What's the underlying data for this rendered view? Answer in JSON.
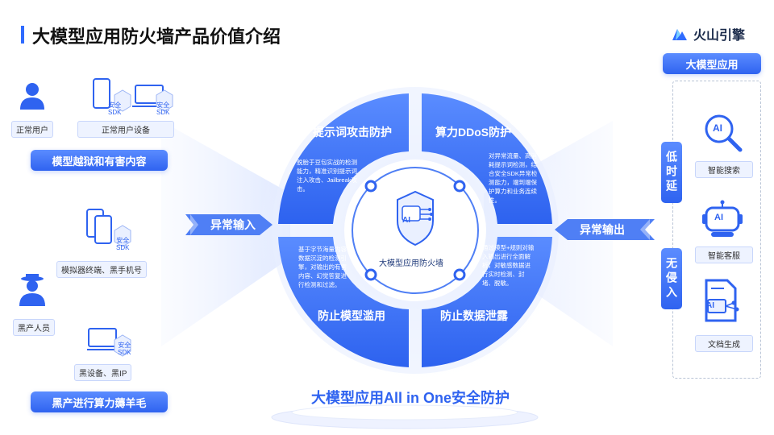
{
  "title": "大模型应用防火墙产品价值介绍",
  "logo": "火山引擎",
  "left": {
    "users": {
      "normal_user": "正常用户",
      "normal_device": "正常用户设备"
    },
    "sdk": "安全\nSDK",
    "jailbreak_banner": "模型越狱和有害内容",
    "simulator": "模拟器终端、黑手机号",
    "black_person": "黑产人员",
    "black_device": "黑设备、黑IP",
    "abuse_banner": "黑产进行算力薅羊毛"
  },
  "abnormal_input": "异常输入",
  "abnormal_output": "异常输出",
  "center": {
    "label": "大模型应用防火墙",
    "icon_text": "AI",
    "sectors": {
      "prompt_attack": {
        "title": "提示词攻击防护",
        "desc": "脱胎于豆包实战的检测能力，精准识别提示词注入攻击、Jailbreak攻击。"
      },
      "ddos": {
        "title": "算力DDoS防护",
        "desc": "对异常流量、高消耗提示词检测，结合安全SDK异常检测能力，端到端保护算力和业务连续性。"
      },
      "abuse": {
        "title": "防止模型滥用",
        "desc": "基于字节海量内容数据沉淀的检测引擎，对输出的有害内容、幻觉答复进行检测和过滤。"
      },
      "leak": {
        "title": "防止数据泄露",
        "desc": "通过模型+规则对输入输出进行全面解析，对敏感数据进行实时检测、封堵、脱敏。"
      }
    }
  },
  "right": {
    "header": "大模型应用",
    "low_latency": "低时延",
    "intrusion": "无侵入",
    "items": [
      "智能搜索",
      "智能客服",
      "文档生成"
    ],
    "icon_text": "AI"
  },
  "slogan": "大模型应用All in One安全防护"
}
